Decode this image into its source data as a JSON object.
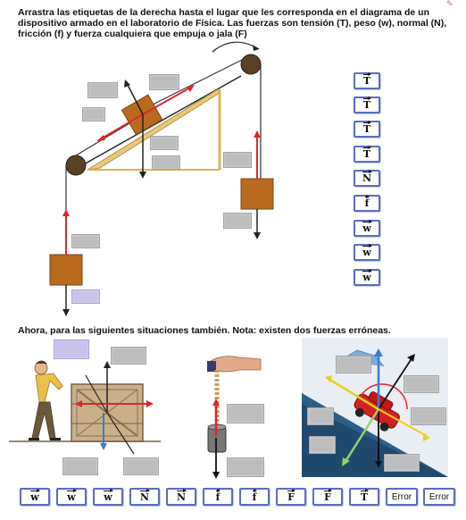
{
  "instructions": "Arrastra las etiquetas de la derecha hasta el lugar que les corresponda en el diagrama de un dispositivo armado en el laboratorio de Física. Las fuerzas son tensión (T), peso (w), normal (N), fricción (f) y fuerza cualquiera que empuja o jala (F)",
  "subtitle": "Ahora, para las siguientes situaciones también. Nota: existen dos fuerzas erróneas.",
  "right_labels": [
    "T",
    "T",
    "T",
    "T",
    "N",
    "f",
    "w",
    "w",
    "w"
  ],
  "bottom_labels": [
    "w",
    "w",
    "w",
    "N",
    "N",
    "f",
    "f",
    "F",
    "F",
    "T",
    "Error",
    "Error"
  ],
  "colors": {
    "tile_border": "#5a6cc3",
    "slot": "#bdbdbd",
    "slot_highlight": "#c9c3ec",
    "tension_arrow": "#e0262b",
    "block": "#b86a1e",
    "normal_arrow": "#3a7bd5",
    "incline_bg": "#2b5f8a"
  }
}
